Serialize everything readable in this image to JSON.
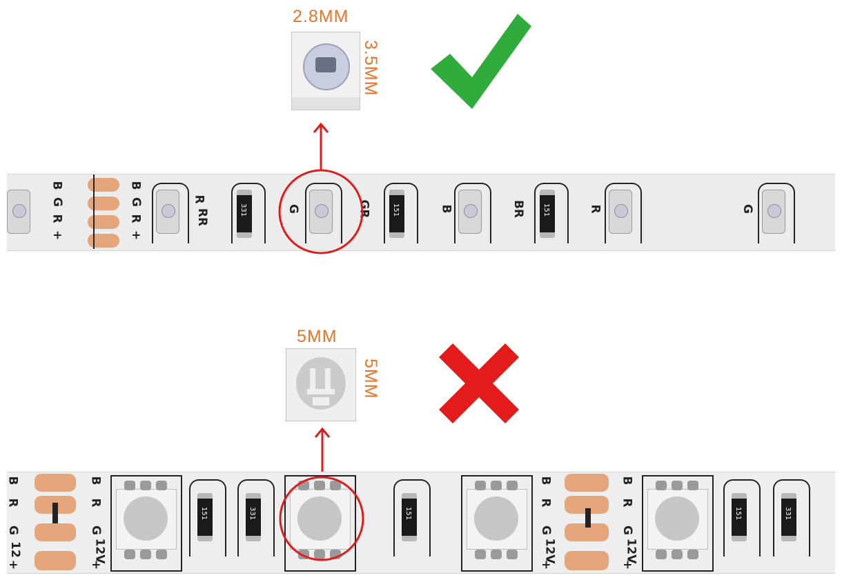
{
  "good_led": {
    "width_label": "2.8MM",
    "height_label": "3.5MM"
  },
  "bad_led": {
    "width_label": "5MM",
    "height_label": "5MM"
  },
  "top_strip": {
    "pad_labels_left": [
      "B",
      "G",
      "R",
      "+"
    ],
    "pad_labels_right": [
      "B",
      "G",
      "R",
      "+"
    ],
    "segment_labels": [
      "R",
      "RR",
      "G",
      "GR",
      "B",
      "BR",
      "R",
      "G"
    ],
    "resistor_codes": [
      "331",
      "151",
      "151"
    ]
  },
  "bottom_strip": {
    "pad_labels": [
      "B",
      "R",
      "G",
      "12",
      "+"
    ],
    "pad_labels_2": [
      "B",
      "R",
      "G",
      "12V",
      "+"
    ],
    "pad_labels_3": [
      "B",
      "R",
      "G",
      "12V",
      "+"
    ],
    "pad_labels_4": [
      "B",
      "R",
      "G",
      "12V",
      "+"
    ],
    "resistor_codes": [
      "151",
      "331",
      "151",
      "151",
      "331"
    ]
  },
  "colors": {
    "dimension_text": "#e8742a",
    "check": "#2fac3c",
    "cross": "#e41b1b",
    "highlight": "#e01b1b"
  },
  "icons": {
    "good": "check-icon",
    "bad": "cross-icon"
  }
}
